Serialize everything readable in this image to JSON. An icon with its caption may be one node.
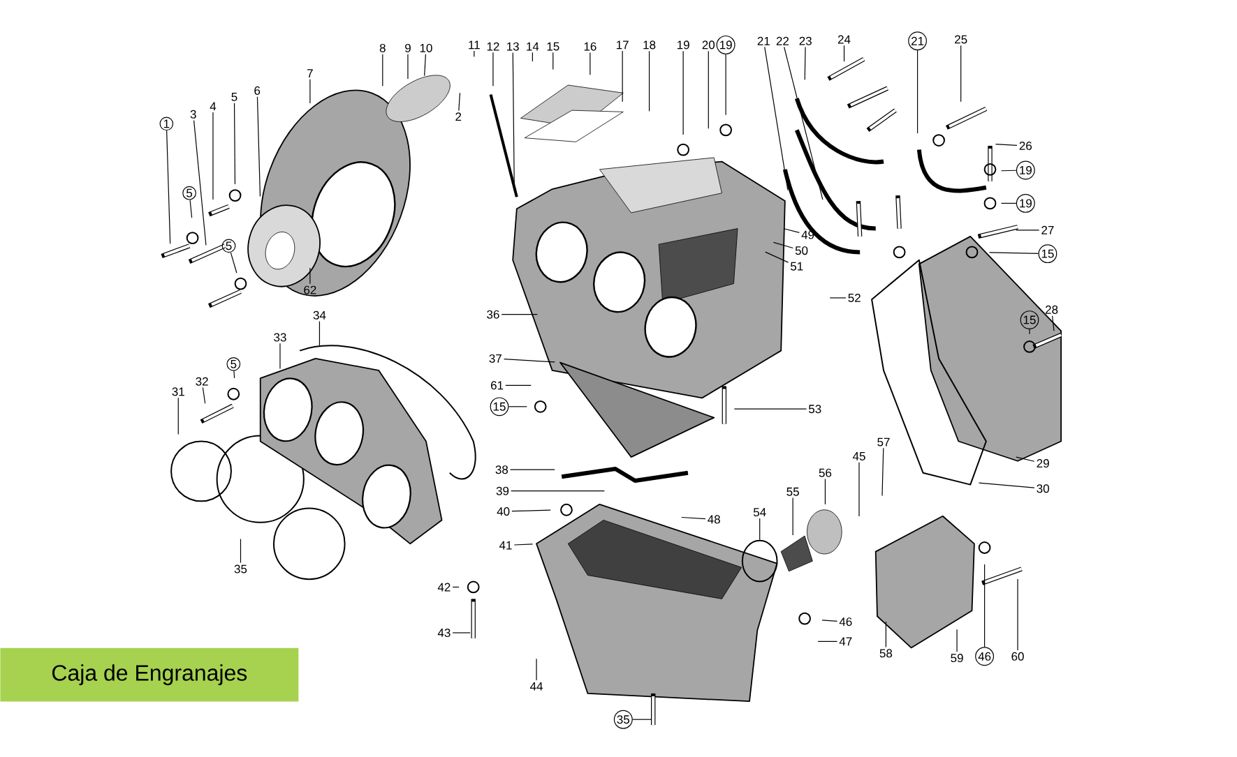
{
  "diagram": {
    "title": "Caja de Engranajes",
    "nodes": [
      {
        "text": [
          "1"
        ]
      },
      {
        "text": [
          "3"
        ]
      },
      {
        "text": [
          "4"
        ]
      },
      {
        "text": [
          "5"
        ]
      },
      {
        "text": [
          "6"
        ]
      },
      {
        "text": [
          "7"
        ]
      },
      {
        "text": [
          "8"
        ]
      },
      {
        "text": [
          "9"
        ]
      },
      {
        "text": [
          "10"
        ]
      },
      {
        "text": [
          "11"
        ]
      },
      {
        "text": [
          "12"
        ]
      },
      {
        "text": [
          "13"
        ]
      },
      {
        "text": [
          "14"
        ]
      },
      {
        "text": [
          "15"
        ]
      },
      {
        "text": [
          "16"
        ]
      },
      {
        "text": [
          "17"
        ]
      },
      {
        "text": [
          "18"
        ]
      },
      {
        "text": [
          "19"
        ]
      },
      {
        "text": [
          "20"
        ]
      },
      {
        "text": [
          "19"
        ]
      },
      {
        "text": [
          "21"
        ]
      },
      {
        "text": [
          "22"
        ]
      },
      {
        "text": [
          "23"
        ]
      },
      {
        "text": [
          "24"
        ]
      },
      {
        "text": [
          "21"
        ]
      },
      {
        "text": [
          "25"
        ]
      },
      {
        "text": [
          "5"
        ]
      },
      {
        "text": [
          "2"
        ]
      },
      {
        "text": [
          "26"
        ]
      },
      {
        "text": [
          "19"
        ]
      },
      {
        "text": [
          "19"
        ]
      },
      {
        "text": [
          "27"
        ]
      },
      {
        "text": [
          "15"
        ]
      },
      {
        "text": [
          "5"
        ]
      },
      {
        "text": [
          "62"
        ]
      },
      {
        "text": [
          "49"
        ]
      },
      {
        "text": [
          "50"
        ]
      },
      {
        "text": [
          "51"
        ]
      },
      {
        "text": [
          "52"
        ]
      },
      {
        "text": [
          "36"
        ]
      },
      {
        "text": [
          "28"
        ]
      },
      {
        "text": [
          "15"
        ]
      },
      {
        "text": [
          "34"
        ]
      },
      {
        "text": [
          "33"
        ]
      },
      {
        "text": [
          "37"
        ]
      },
      {
        "text": [
          "32"
        ]
      },
      {
        "text": [
          "5"
        ]
      },
      {
        "text": [
          "31"
        ]
      },
      {
        "text": [
          "61"
        ]
      },
      {
        "text": [
          "15"
        ]
      },
      {
        "text": [
          "53"
        ]
      },
      {
        "text": [
          "29"
        ]
      },
      {
        "text": [
          "57"
        ]
      },
      {
        "text": [
          "45"
        ]
      },
      {
        "text": [
          "38"
        ]
      },
      {
        "text": [
          "56"
        ]
      },
      {
        "text": [
          "39"
        ]
      },
      {
        "text": [
          "30"
        ]
      },
      {
        "text": [
          "55"
        ]
      },
      {
        "text": [
          "40"
        ]
      },
      {
        "text": [
          "54"
        ]
      },
      {
        "text": [
          "48"
        ]
      },
      {
        "text": [
          "41"
        ]
      },
      {
        "text": [
          "35"
        ]
      },
      {
        "text": [
          "42"
        ]
      },
      {
        "text": [
          "46"
        ]
      },
      {
        "text": [
          "43"
        ]
      },
      {
        "text": [
          "47"
        ]
      },
      {
        "text": [
          "58"
        ]
      },
      {
        "text": [
          "59"
        ]
      },
      {
        "text": [
          "46"
        ]
      },
      {
        "text": [
          "60"
        ]
      },
      {
        "text": [
          "44"
        ]
      },
      {
        "text": [
          "35"
        ]
      }
    ],
    "edges": [
      {
        "from": 0,
        "to": null,
        "arrow": "none"
      },
      {
        "from": 1,
        "to": null,
        "arrow": "none"
      },
      {
        "from": 2,
        "to": null,
        "arrow": "none"
      },
      {
        "from": 3,
        "to": null,
        "arrow": "none"
      },
      {
        "from": 4,
        "to": null,
        "arrow": "none"
      },
      {
        "from": 5,
        "to": null,
        "arrow": "none"
      },
      {
        "from": 6,
        "to": null,
        "arrow": "none"
      },
      {
        "from": 7,
        "to": null,
        "arrow": "none"
      },
      {
        "from": 8,
        "to": null,
        "arrow": "none"
      },
      {
        "from": 9,
        "to": null,
        "arrow": "none"
      },
      {
        "from": 10,
        "to": null,
        "arrow": "none"
      },
      {
        "from": 11,
        "to": null,
        "arrow": "none"
      },
      {
        "from": 12,
        "to": null,
        "arrow": "none"
      },
      {
        "from": 13,
        "to": null,
        "arrow": "none"
      },
      {
        "from": 14,
        "to": null,
        "arrow": "none"
      },
      {
        "from": 15,
        "to": null,
        "arrow": "none"
      },
      {
        "from": 16,
        "to": null,
        "arrow": "none"
      },
      {
        "from": 17,
        "to": null,
        "arrow": "none"
      },
      {
        "from": 18,
        "to": null,
        "arrow": "none"
      },
      {
        "from": 19,
        "to": null,
        "arrow": "none"
      },
      {
        "from": 20,
        "to": null,
        "arrow": "none"
      },
      {
        "from": 21,
        "to": null,
        "arrow": "none"
      },
      {
        "from": 22,
        "to": null,
        "arrow": "none"
      },
      {
        "from": 23,
        "to": null,
        "arrow": "none"
      },
      {
        "from": 24,
        "to": null,
        "arrow": "none"
      },
      {
        "from": 25,
        "to": null,
        "arrow": "none"
      },
      {
        "from": 26,
        "to": null,
        "arrow": "none"
      },
      {
        "from": 27,
        "to": null,
        "arrow": "none"
      },
      {
        "from": 28,
        "to": null,
        "arrow": "none"
      },
      {
        "from": 29,
        "to": null,
        "arrow": "none"
      },
      {
        "from": 30,
        "to": null,
        "arrow": "none"
      },
      {
        "from": 31,
        "to": null,
        "arrow": "none"
      },
      {
        "from": 32,
        "to": null,
        "arrow": "none"
      },
      {
        "from": 33,
        "to": null,
        "arrow": "none"
      },
      {
        "from": 34,
        "to": null,
        "arrow": "none"
      },
      {
        "from": 35,
        "to": null,
        "arrow": "none"
      },
      {
        "from": 36,
        "to": null,
        "arrow": "none"
      },
      {
        "from": 37,
        "to": null,
        "arrow": "none"
      },
      {
        "from": 38,
        "to": null,
        "arrow": "none"
      },
      {
        "from": 39,
        "to": null,
        "arrow": "none"
      },
      {
        "from": 40,
        "to": null,
        "arrow": "none"
      },
      {
        "from": 41,
        "to": null,
        "arrow": "none"
      },
      {
        "from": 42,
        "to": null,
        "arrow": "none"
      },
      {
        "from": 43,
        "to": null,
        "arrow": "none"
      },
      {
        "from": 44,
        "to": null,
        "arrow": "none"
      },
      {
        "from": 45,
        "to": null,
        "arrow": "none"
      },
      {
        "from": 46,
        "to": null,
        "arrow": "none"
      },
      {
        "from": 47,
        "to": null,
        "arrow": "none"
      },
      {
        "from": 48,
        "to": null,
        "arrow": "none"
      },
      {
        "from": 49,
        "to": null,
        "arrow": "none"
      },
      {
        "from": 50,
        "to": null,
        "arrow": "none"
      },
      {
        "from": 51,
        "to": null,
        "arrow": "none"
      },
      {
        "from": 52,
        "to": null,
        "arrow": "none"
      },
      {
        "from": 53,
        "to": null,
        "arrow": "none"
      },
      {
        "from": 54,
        "to": null,
        "arrow": "none"
      },
      {
        "from": 55,
        "to": null,
        "arrow": "none"
      },
      {
        "from": 56,
        "to": null,
        "arrow": "none"
      },
      {
        "from": 57,
        "to": null,
        "arrow": "none"
      },
      {
        "from": 58,
        "to": null,
        "arrow": "none"
      },
      {
        "from": 59,
        "to": null,
        "arrow": "none"
      },
      {
        "from": 60,
        "to": null,
        "arrow": "none"
      },
      {
        "from": 61,
        "to": null,
        "arrow": "none"
      },
      {
        "from": 62,
        "to": null,
        "arrow": "none"
      },
      {
        "from": 63,
        "to": null,
        "arrow": "none"
      },
      {
        "from": 64,
        "to": null,
        "arrow": "none"
      },
      {
        "from": 65,
        "to": null,
        "arrow": "none"
      },
      {
        "from": 66,
        "to": null,
        "arrow": "none"
      },
      {
        "from": 67,
        "to": null,
        "arrow": "none"
      },
      {
        "from": 68,
        "to": null,
        "arrow": "none"
      },
      {
        "from": 69,
        "to": null,
        "arrow": "none"
      },
      {
        "from": 70,
        "to": null,
        "arrow": "none"
      },
      {
        "from": 71,
        "to": null,
        "arrow": "none"
      },
      {
        "from": 72,
        "to": null,
        "arrow": "none"
      },
      {
        "from": 73,
        "to": null,
        "arrow": "none"
      }
    ]
  }
}
